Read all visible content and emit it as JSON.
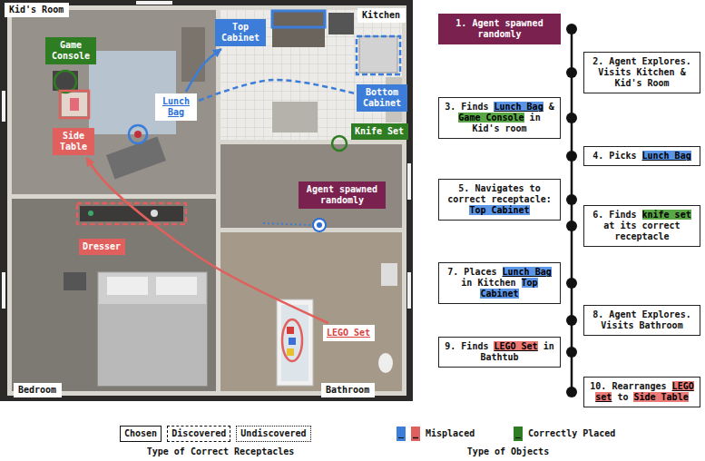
{
  "diagram": {
    "nodes": [
      {
        "text": [
          "Kid's Room"
        ]
      },
      {
        "text": [
          "Top Cabinet"
        ]
      },
      {
        "text": [
          "Kitchen"
        ]
      },
      {
        "text": [
          "Game Console"
        ]
      },
      {
        "text": [
          "Lunch Bag"
        ]
      },
      {
        "text": [
          "Bottom Cabinet"
        ]
      },
      {
        "text": [
          "Side Table"
        ]
      },
      {
        "text": [
          "Knife Set"
        ]
      },
      {
        "text": [
          "Agent spawned randomly"
        ]
      },
      {
        "text": [
          "Dresser"
        ]
      },
      {
        "text": [
          "LEGO Set"
        ]
      },
      {
        "text": [
          "Bedroom"
        ]
      },
      {
        "text": [
          "Bathroom"
        ]
      },
      {
        "text": [
          "1. Agent spawned randomly"
        ]
      },
      {
        "text": [
          "2. Agent Explores. Visits Kitchen & Kid's Room"
        ]
      },
      {
        "text": [
          "3. Finds Lunch Bag & Game Console in Kid's room"
        ]
      },
      {
        "text": [
          "4. Picks Lunch Bag"
        ]
      },
      {
        "text": [
          "5. Navigates to correct receptacle: Top Cabinet"
        ]
      },
      {
        "text": [
          "6. Finds knife set at its correct receptacle"
        ]
      },
      {
        "text": [
          "7. Places Lunch Bag in Kitchen Top Cabinet"
        ]
      },
      {
        "text": [
          "8. Agent Explores. Visits Bathroom"
        ]
      },
      {
        "text": [
          "9. Finds LEGO Set in Bathtub"
        ]
      },
      {
        "text": [
          "10. Rearranges LEGO set to Side Table"
        ]
      }
    ],
    "edges": [
      {
        "from": 4,
        "to": 1,
        "arrow": "to"
      },
      {
        "from": 4,
        "to": 5,
        "arrow": "none"
      },
      {
        "from": 10,
        "to": 6,
        "arrow": "to"
      }
    ],
    "labels": [
      "Type of Correct Receptacles",
      "Type of Objects"
    ],
    "legend": [
      {
        "text": "Chosen"
      },
      {
        "text": "Discovered"
      },
      {
        "text": "Undiscovered"
      },
      {
        "text": "Misplaced",
        "color": "#3b7dd8"
      },
      {
        "text": "Correctly Placed",
        "color": "#2f7d22"
      }
    ]
  }
}
